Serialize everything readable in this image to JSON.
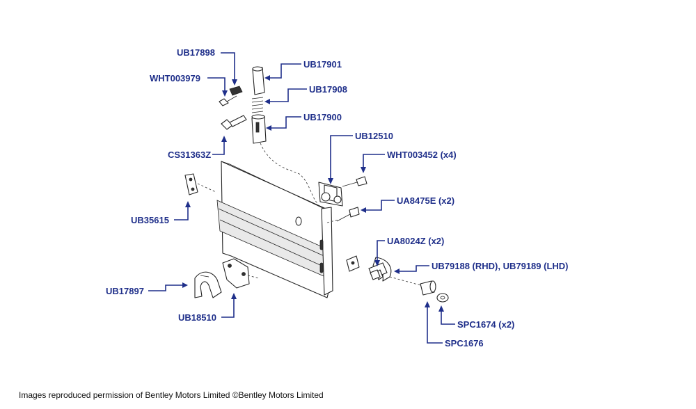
{
  "labels": {
    "ub17898": "UB17898",
    "wht003979": "WHT003979",
    "ub17901": "UB17901",
    "ub17908": "UB17908",
    "ub17900": "UB17900",
    "cs31363z": "CS31363Z",
    "ub12510": "UB12510",
    "wht003452": "WHT003452 (x4)",
    "ua8475e": "UA8475E (x2)",
    "ub35615": "UB35615",
    "ua8024z": "UA8024Z (x2)",
    "ub79188": "UB79188 (RHD), UB79189 (LHD)",
    "ub17897": "UB17897",
    "ub18510": "UB18510",
    "spc1674": "SPC1674 (x2)",
    "spc1676": "SPC1676"
  },
  "footer": {
    "credit": "Images reproduced permission of Bentley Motors Limited ©Bentley Motors Limited"
  },
  "colors": {
    "label": "#1f2f8a",
    "line_art": "#222222",
    "background": "#ffffff"
  }
}
